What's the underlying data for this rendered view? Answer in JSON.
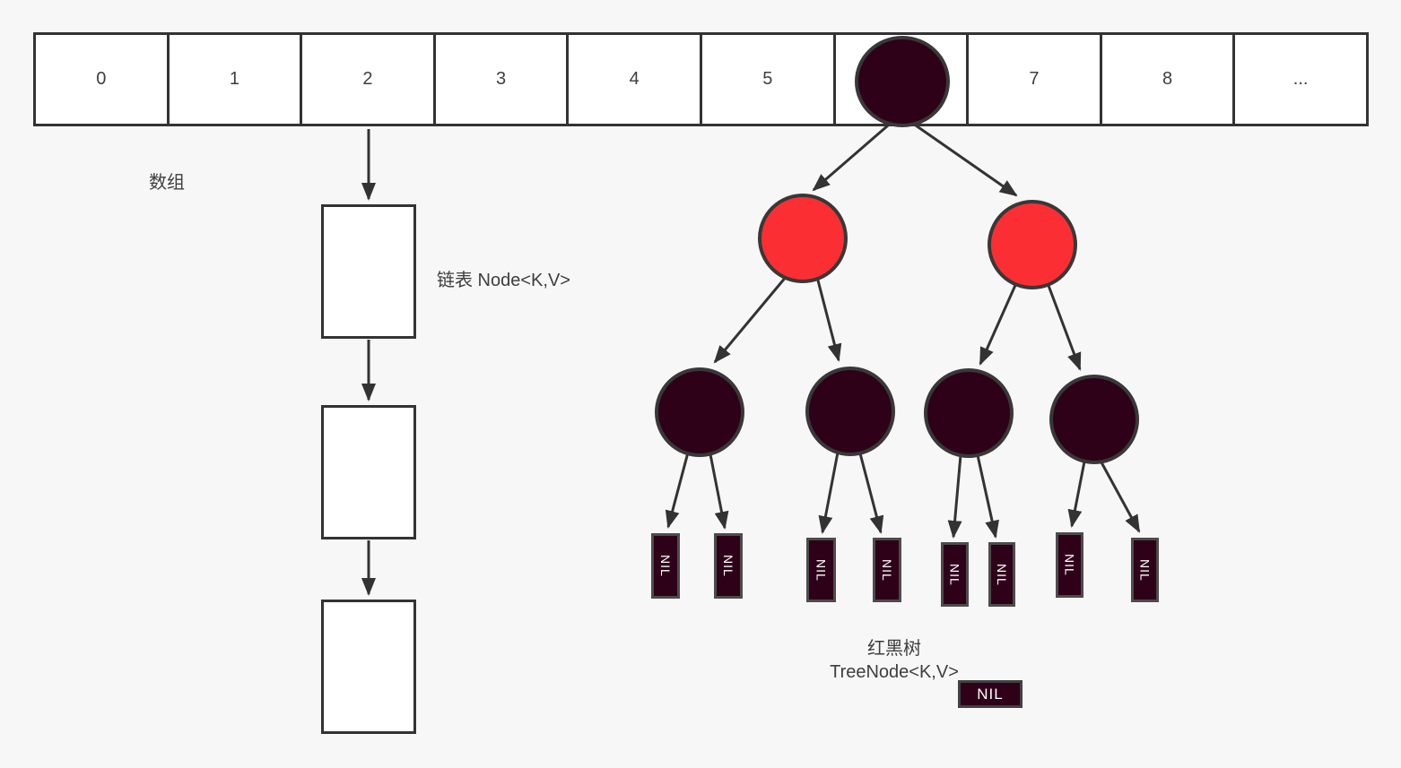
{
  "diagram": {
    "background": "#f7f7f8",
    "line_color": "#333333",
    "node_black_color": "#2e0119",
    "node_red_color": "#fb2f33",
    "array": {
      "label": "数组",
      "cells": [
        "0",
        "1",
        "2",
        "3",
        "4",
        "5",
        "",
        "7",
        "8",
        "..."
      ]
    },
    "linked_list": {
      "label": "链表 Node<K,V>"
    },
    "tree": {
      "label_title": "红黑树",
      "label_subtitle": "TreeNode<K,V>",
      "nil_label": "NIL",
      "legend_nil_label": "NIL"
    }
  }
}
